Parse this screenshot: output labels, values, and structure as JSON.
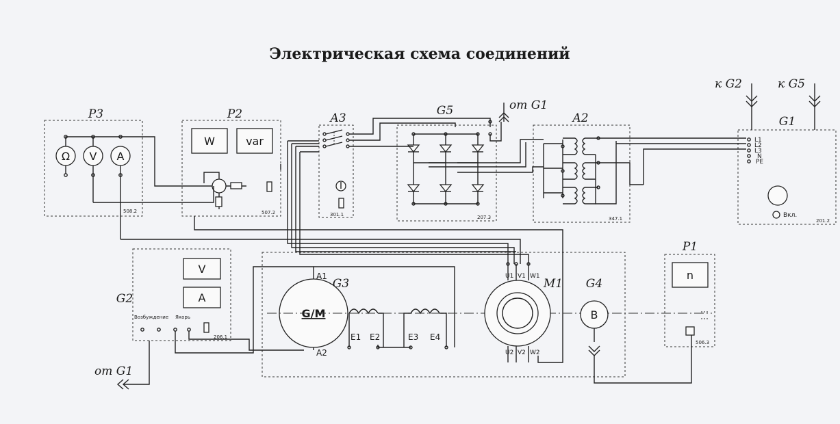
{
  "title": "Электрическая схема соединений",
  "modules": {
    "P3": {
      "label": "P3",
      "code": "508.2",
      "meters": [
        "Ω",
        "V",
        "A"
      ]
    },
    "P2": {
      "label": "P2",
      "code": "507.2",
      "displays": [
        "W",
        "var"
      ]
    },
    "A3": {
      "label": "A3",
      "code": "301.1"
    },
    "G5": {
      "label": "G5",
      "code": "207.3"
    },
    "A2": {
      "label": "A2",
      "code": "347.1"
    },
    "G1": {
      "label": "G1",
      "code": "201.2",
      "terminals": [
        "L1",
        "L2",
        "L3",
        "N",
        "PE"
      ],
      "power_label": "Вкл."
    },
    "G2": {
      "label": "G2",
      "code": "206.1",
      "displays": [
        "V",
        "A"
      ],
      "switch_labels": [
        "Возбуждение",
        "Якорь"
      ]
    },
    "G3": {
      "label": "G3",
      "machine": "G/M",
      "terminals": [
        "A1",
        "A2",
        "E1",
        "E2",
        "E3",
        "E4"
      ]
    },
    "M1": {
      "label": "M1",
      "terminals": [
        "U1",
        "V1",
        "W1",
        "U2",
        "V2",
        "W2"
      ]
    },
    "G4": {
      "label": "G4",
      "sensor": "B"
    },
    "P1": {
      "label": "P1",
      "code": "506.3",
      "display": "n"
    }
  },
  "feeds": {
    "to_g2": "к G2",
    "to_g5": "к G5",
    "from_g1_top": "от G1",
    "from_g1_left": "от G1"
  }
}
